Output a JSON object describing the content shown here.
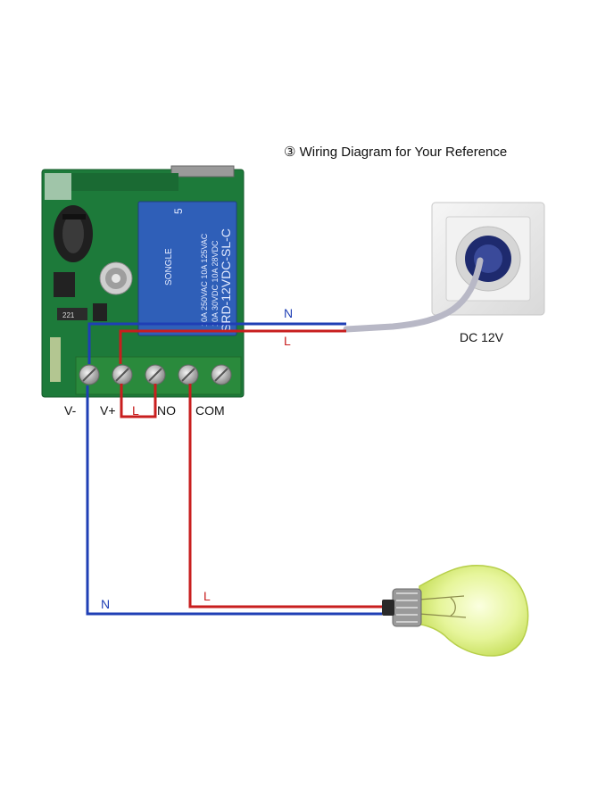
{
  "title": "③ Wiring Diagram for Your Reference",
  "terminals": [
    "V-",
    "V+",
    "L",
    "NO",
    "COM"
  ],
  "wire_labels": {
    "n_top": "N",
    "l_top": "L",
    "n_bottom": "N",
    "l_bottom": "L"
  },
  "socket_label": "DC 12V",
  "relay": {
    "brand": "SONGLE",
    "model": "SRD-12VDC-SL-C",
    "rating_line1": "10A 250VAC  10A 125VAC",
    "rating_line2": "10A 30VDC  10A 28VDC",
    "number": "5"
  },
  "pcb_marking": "221",
  "colors": {
    "neutral_wire": "#1f3fb5",
    "live_wire": "#c81e1e",
    "pcb": "#1d7a3a",
    "relay": "#2f5fb8",
    "terminal_block": "#2a8a3c",
    "bulb_glass": "#e8f5a0",
    "socket_plate": "#e9e9e9",
    "cable": "#b8b8c6"
  }
}
